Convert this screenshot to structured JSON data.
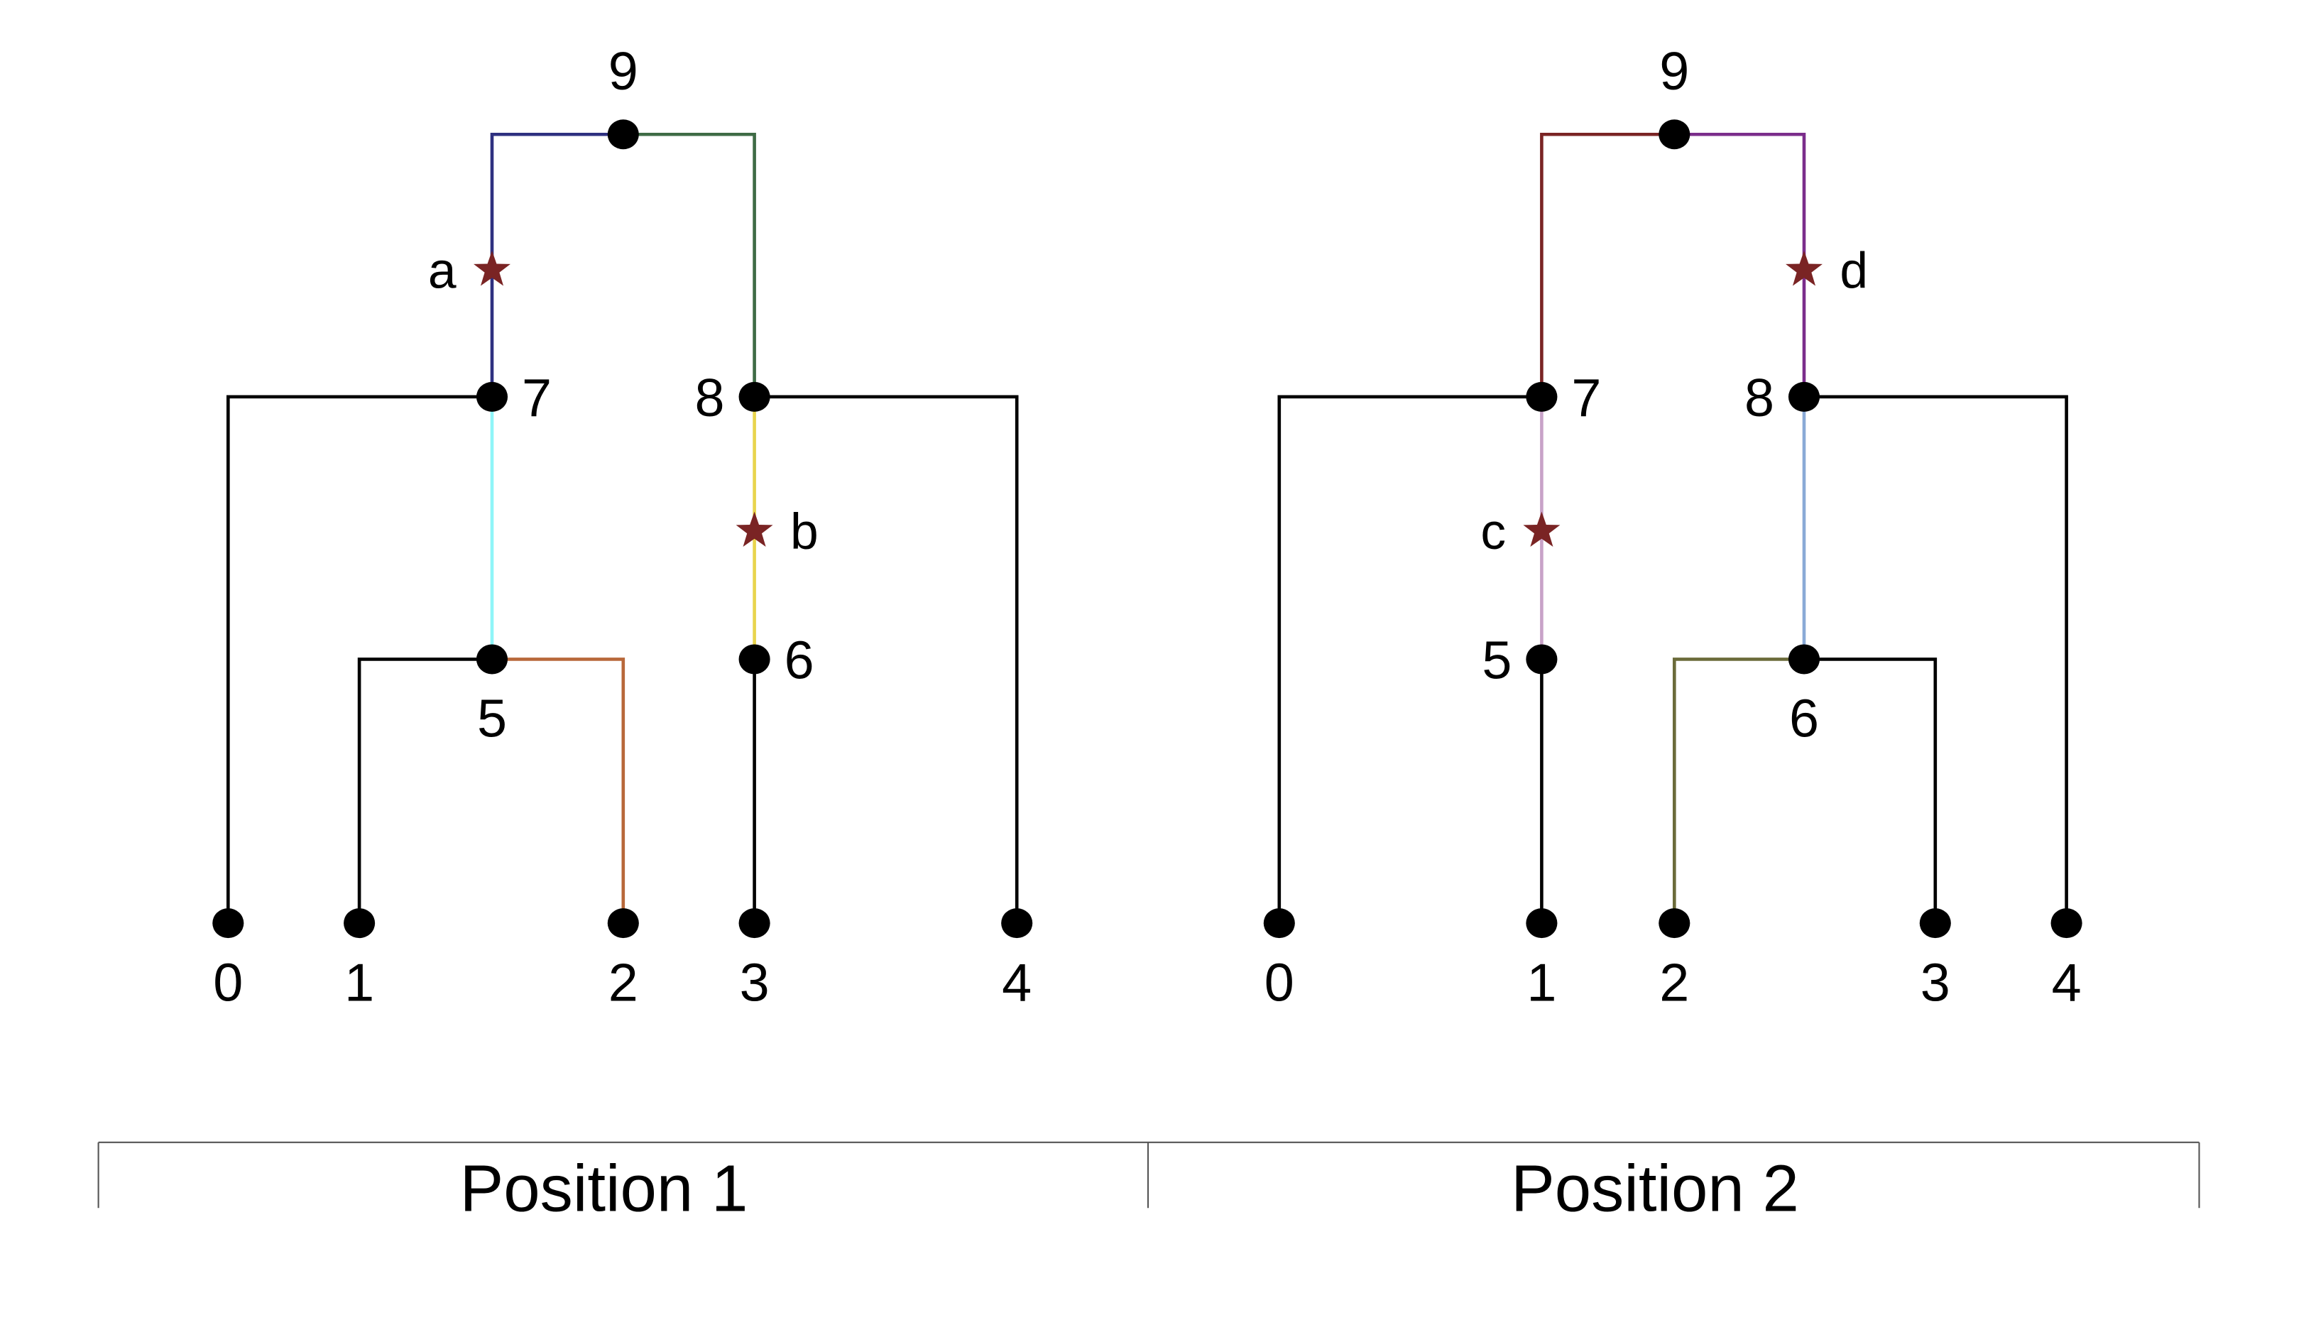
{
  "trees": [
    {
      "position_label": "Position 1",
      "nodes": {
        "0": {
          "label": "0",
          "label_side": "below"
        },
        "1": {
          "label": "1",
          "label_side": "below"
        },
        "2": {
          "label": "2",
          "label_side": "below"
        },
        "3": {
          "label": "3",
          "label_side": "below"
        },
        "4": {
          "label": "4",
          "label_side": "below"
        },
        "5": {
          "label": "5",
          "label_side": "below"
        },
        "6": {
          "label": "6",
          "label_side": "right"
        },
        "7": {
          "label": "7",
          "label_side": "right"
        },
        "8": {
          "label": "8",
          "label_side": "left"
        },
        "9": {
          "label": "9",
          "label_side": "above"
        }
      },
      "edges": [
        {
          "parent": "9",
          "child": "7",
          "color": "#2e3080"
        },
        {
          "parent": "9",
          "child": "8",
          "color": "#3e6b45"
        },
        {
          "parent": "7",
          "child": "0",
          "color": "#000000"
        },
        {
          "parent": "7",
          "child": "5",
          "color": "#8ff5f8"
        },
        {
          "parent": "5",
          "child": "1",
          "color": "#000000"
        },
        {
          "parent": "5",
          "child": "2",
          "color": "#b8683a"
        },
        {
          "parent": "8",
          "child": "6",
          "color": "#e8d44d"
        },
        {
          "parent": "8",
          "child": "4",
          "color": "#000000"
        },
        {
          "parent": "6",
          "child": "3",
          "color": "#000000"
        }
      ],
      "mutations": [
        {
          "label": "a",
          "edge_child": "7",
          "label_side": "left",
          "color": "#7a2424"
        },
        {
          "label": "b",
          "edge_child": "6",
          "label_side": "right",
          "color": "#7a2424"
        }
      ]
    },
    {
      "position_label": "Position 2",
      "nodes": {
        "0": {
          "label": "0",
          "label_side": "below"
        },
        "1": {
          "label": "1",
          "label_side": "below"
        },
        "2": {
          "label": "2",
          "label_side": "below"
        },
        "3": {
          "label": "3",
          "label_side": "below"
        },
        "4": {
          "label": "4",
          "label_side": "below"
        },
        "5": {
          "label": "5",
          "label_side": "left"
        },
        "6": {
          "label": "6",
          "label_side": "below"
        },
        "7": {
          "label": "7",
          "label_side": "right"
        },
        "8": {
          "label": "8",
          "label_side": "left"
        },
        "9": {
          "label": "9",
          "label_side": "above"
        }
      },
      "edges": [
        {
          "parent": "9",
          "child": "7",
          "color": "#7a2424"
        },
        {
          "parent": "9",
          "child": "8",
          "color": "#7b2d8b"
        },
        {
          "parent": "7",
          "child": "0",
          "color": "#000000"
        },
        {
          "parent": "7",
          "child": "5",
          "color": "#c8a2c8"
        },
        {
          "parent": "5",
          "child": "1",
          "color": "#000000"
        },
        {
          "parent": "8",
          "child": "6",
          "color": "#8aaad6"
        },
        {
          "parent": "8",
          "child": "4",
          "color": "#000000"
        },
        {
          "parent": "6",
          "child": "2",
          "color": "#6b6b3a"
        },
        {
          "parent": "6",
          "child": "3",
          "color": "#000000"
        }
      ],
      "mutations": [
        {
          "label": "c",
          "edge_child": "5",
          "label_side": "left",
          "color": "#7a2424"
        },
        {
          "label": "d",
          "edge_child": "8",
          "label_side": "right",
          "color": "#7a2424"
        }
      ]
    }
  ]
}
